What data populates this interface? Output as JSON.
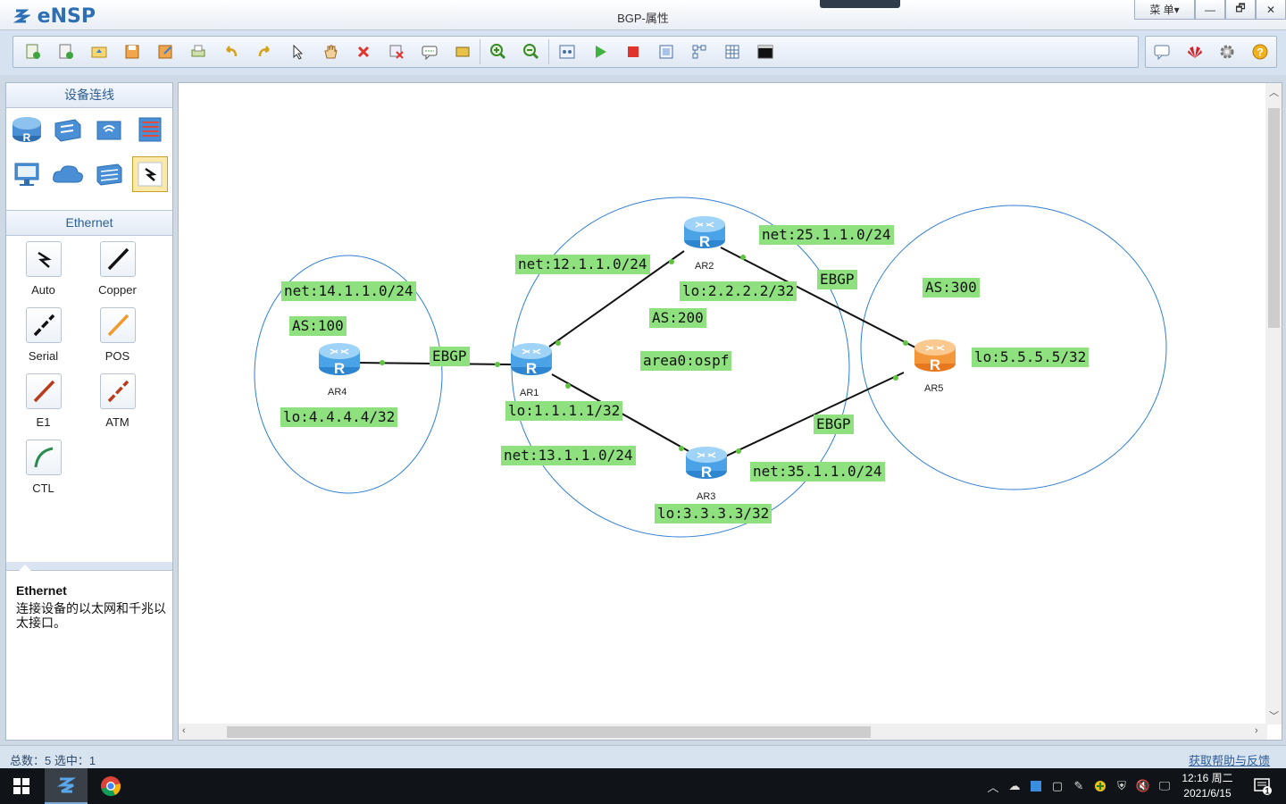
{
  "app": {
    "logo": "eNSP",
    "window_title": "BGP-属性",
    "menu_label": "菜 单▾"
  },
  "window_controls": {
    "minimize": "—",
    "restore": "🗗",
    "close": "✕"
  },
  "toolbar": {
    "buttons": [
      "new-topology",
      "new-lab",
      "open",
      "save",
      "save-as",
      "print",
      "undo",
      "redo",
      "select",
      "pan",
      "delete",
      "delete-all-links",
      "text",
      "palette",
      "zoom-in",
      "zoom-out",
      "fit",
      "start-devices",
      "stop-devices",
      "capture",
      "layout",
      "topology-grid",
      "console"
    ],
    "right_buttons": [
      "chat",
      "huawei",
      "settings",
      "help"
    ]
  },
  "left_panel": {
    "device_header": "设备连线",
    "devices": [
      "router",
      "switch",
      "wireless",
      "firewall",
      "pc",
      "cloud",
      "other",
      "cable"
    ],
    "selected_device": "cable",
    "cable_header": "Ethernet",
    "cables": [
      {
        "name": "Auto",
        "color": "#111111"
      },
      {
        "name": "Copper",
        "color": "#111111"
      },
      {
        "name": "Serial",
        "color": "#111111"
      },
      {
        "name": "POS",
        "color": "#f29a2e"
      },
      {
        "name": "E1",
        "color": "#b93a1c"
      },
      {
        "name": "ATM",
        "color": "#b93a1c"
      },
      {
        "name": "CTL",
        "color": "#2a8c4f"
      }
    ],
    "desc_title": "Ethernet",
    "desc_text": "连接设备的以太网和千兆以太接口。"
  },
  "topology": {
    "routers": [
      {
        "name": "AR1",
        "color": "blue"
      },
      {
        "name": "AR2",
        "color": "blue"
      },
      {
        "name": "AR3",
        "color": "blue"
      },
      {
        "name": "AR4",
        "color": "blue"
      },
      {
        "name": "AR5",
        "color": "orange"
      }
    ],
    "labels": {
      "net14": "net:14.1.1.0/24",
      "as100": "AS:100",
      "lo4": "lo:4.4.4.4/32",
      "ebgp14": "EBGP",
      "net12": "net:12.1.1.0/24",
      "lo1": "lo:1.1.1.1/32",
      "net13": "net:13.1.1.0/24",
      "lo2": "lo:2.2.2.2/32",
      "as200": "AS:200",
      "area0": "area0:ospf",
      "net25": "net:25.1.1.0/24",
      "ebgp25": "EBGP",
      "ebgp35": "EBGP",
      "net35": "net:35.1.1.0/24",
      "lo3": "lo:3.3.3.3/32",
      "as300": "AS:300",
      "lo5": "lo:5.5.5.5/32"
    },
    "label_color": "#8fe07e",
    "circle_color": "#2f7fd6"
  },
  "status": {
    "left": "总数：5  选中：1",
    "right": "获取帮助与反馈"
  },
  "taskbar": {
    "apps": [
      "ensp",
      "chrome"
    ],
    "clock_time": "12:16 周二",
    "clock_date": "2021/6/15",
    "notification_count": "1"
  }
}
